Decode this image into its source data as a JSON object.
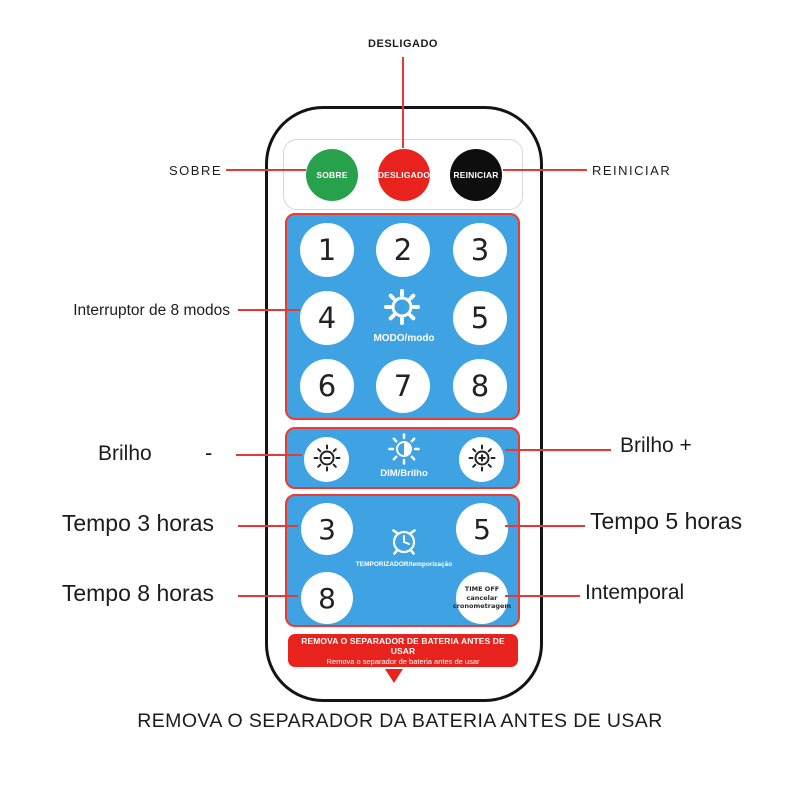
{
  "colors": {
    "panel_blue": "#3fa2e2",
    "accent_red": "#e8231d",
    "button_green": "#27a14b",
    "button_red": "#e8231d",
    "button_black": "#0e0e0e",
    "callout_line_red": "#e53935"
  },
  "callouts": {
    "top_power": "DESLIGADO",
    "left_power": "SOBRE",
    "right_power": "REINICIAR",
    "mode": "Interruptor de 8 modos",
    "brightness_left_text": "Brilho",
    "brightness_left_sign": "-",
    "brightness_right": "Brilho +",
    "time3": "Tempo 3 horas",
    "time8": "Tempo 8 horas",
    "time5": "Tempo 5 horas",
    "timeless": "Intemporal"
  },
  "remote": {
    "power_buttons": [
      {
        "label": "SOBRE"
      },
      {
        "label": "DESLIGADO"
      },
      {
        "label": "REINICIAR"
      }
    ],
    "mode_pad": {
      "keys": [
        "1",
        "2",
        "3",
        "4",
        "5",
        "6",
        "7",
        "8"
      ],
      "center_label": "MODO/modo"
    },
    "dim_pad": {
      "center_label": "DIM/Brilho"
    },
    "timer_pad": {
      "keys": [
        "3",
        "5",
        "8"
      ],
      "center_label": "TEMPORIZADOR/temporização",
      "cancel_line1": "TIME OFF cancelar",
      "cancel_line2": "cronometragem"
    },
    "banner": {
      "line1": "REMOVA O SEPARADOR DE BATERIA ANTES DE USAR",
      "line2": "Remova o separador de bateria antes de usar"
    }
  },
  "caption": "REMOVA O SEPARADOR DA BATERIA ANTES DE USAR"
}
